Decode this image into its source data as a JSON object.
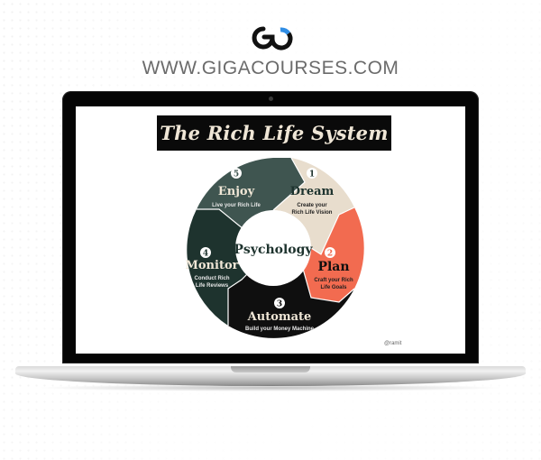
{
  "header": {
    "logo_icon": "gigacourses-gc-logo-icon",
    "site_url": "WWW.GIGACOURSES.COM"
  },
  "screen": {
    "title": "The Rich Life System",
    "center_label": "Psychology",
    "credit": "@ramit",
    "segments": [
      {
        "number": "1",
        "title": "Dream",
        "subtitle_line1": "Create your",
        "subtitle_line2": "Rich Life Vision",
        "color": "#e8ddcd"
      },
      {
        "number": "2",
        "title": "Plan",
        "subtitle_line1": "Craft your Rich",
        "subtitle_line2": "Life Goals",
        "color": "#f26b50"
      },
      {
        "number": "3",
        "title": "Automate",
        "subtitle_line1": "Build your Money Machine",
        "subtitle_line2": "",
        "color": "#0f0f0f"
      },
      {
        "number": "4",
        "title": "Monitor",
        "subtitle_line1": "Conduct Rich",
        "subtitle_line2": "Life Reviews",
        "color": "#1e332e"
      },
      {
        "number": "5",
        "title": "Enjoy",
        "subtitle_line1": "Live your Rich Life",
        "subtitle_line2": "",
        "color": "#3f5550"
      }
    ]
  },
  "colors": {
    "banner_bg": "#0a0a0a",
    "banner_text": "#efe6d6",
    "url_text": "#6b6b6b",
    "logo_dark": "#111111",
    "logo_accent": "#2f8de4"
  }
}
